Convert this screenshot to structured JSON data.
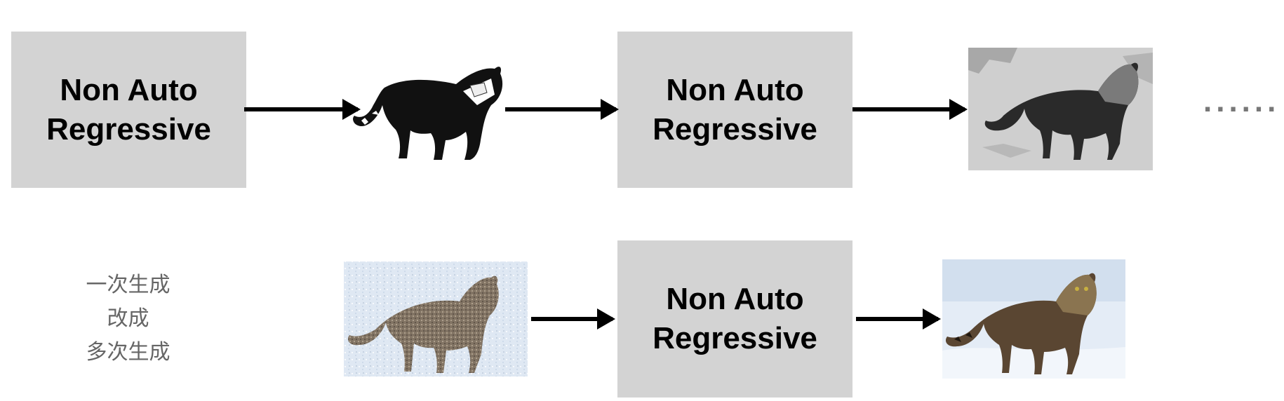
{
  "diagram": {
    "blocks": [
      {
        "line1": "Non Auto",
        "line2": "Regressive"
      },
      {
        "line1": "Non Auto",
        "line2": "Regressive"
      },
      {
        "line1": "Non Auto",
        "line2": "Regressive"
      }
    ],
    "note": {
      "line1": "一次生成",
      "line2": "改成",
      "line3": "多次生成"
    },
    "continuation": "......",
    "images": [
      {
        "icon": "cat-silhouette-high-contrast"
      },
      {
        "icon": "cat-grayscale-posterized"
      },
      {
        "icon": "cat-noisy-snow"
      },
      {
        "icon": "cat-photo-snow"
      }
    ],
    "colors": {
      "block_fill": "#d3d3d3",
      "arrow": "#000000",
      "note_text": "#666666"
    }
  }
}
